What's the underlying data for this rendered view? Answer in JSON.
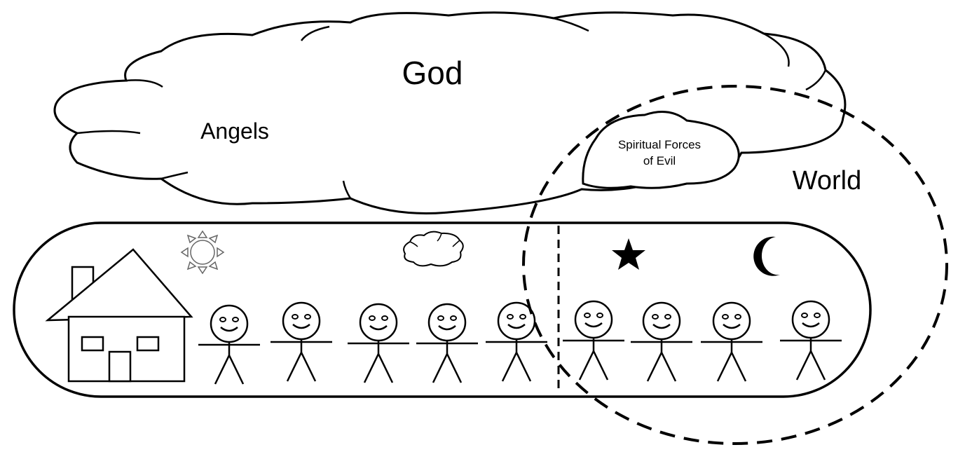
{
  "labels": {
    "god": "God",
    "angels": "Angels",
    "evil_line1": "Spiritual Forces",
    "evil_line2": "of Evil",
    "world": "World"
  },
  "colors": {
    "ink": "#000000",
    "background": "#ffffff"
  },
  "icons": [
    "house-icon",
    "sun-icon",
    "small-cloud-icon",
    "star-icon",
    "crescent-moon-icon",
    "stick-figure-icon"
  ],
  "stick_figure_count": 9
}
